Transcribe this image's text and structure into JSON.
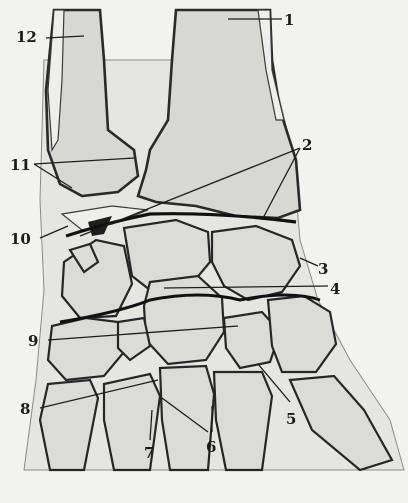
{
  "labels": [
    {
      "id": "label-1",
      "text": "1"
    },
    {
      "id": "label-2",
      "text": "2"
    },
    {
      "id": "label-3",
      "text": "3"
    },
    {
      "id": "label-4",
      "text": "4"
    },
    {
      "id": "label-5",
      "text": "5"
    },
    {
      "id": "label-6",
      "text": "6"
    },
    {
      "id": "label-7",
      "text": "7"
    },
    {
      "id": "label-8",
      "text": "8"
    },
    {
      "id": "label-9",
      "text": "9"
    },
    {
      "id": "label-10",
      "text": "10"
    },
    {
      "id": "label-11",
      "text": "11"
    },
    {
      "id": "label-12",
      "text": "12"
    }
  ],
  "colors": {
    "background": "#f2f2ef",
    "bone_fill": "#d8d8d2",
    "outline": "#262626",
    "label": "#1c1c1c"
  }
}
